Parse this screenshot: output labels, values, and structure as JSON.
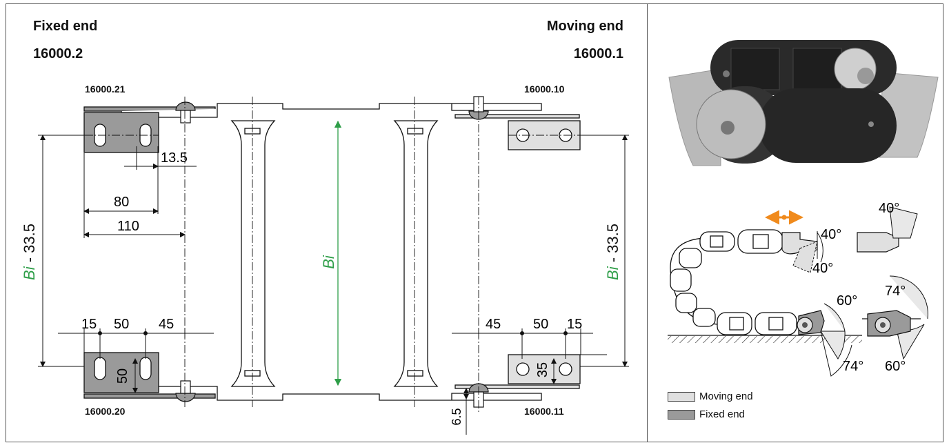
{
  "left_panel": {
    "fixed_end_title": "Fixed end",
    "fixed_end_part": "16000.2",
    "moving_end_title": "Moving end",
    "moving_end_part": "16000.1",
    "part_top_left": "16000.21",
    "part_top_right": "16000.10",
    "part_bottom_left": "16000.20",
    "part_bottom_right": "16000.11"
  },
  "dimensions": {
    "d_13_5": "13.5",
    "d_80": "80",
    "d_110": "110",
    "bi": "Bi",
    "bi_minus": " - 33.5",
    "bottom_left": [
      "15",
      "50",
      "45"
    ],
    "bottom_right": [
      "45",
      "50",
      "15"
    ],
    "d_50_vertical": "50",
    "d_35_vertical": "35",
    "d_6_5": "6.5"
  },
  "right_panel": {
    "angles": {
      "a40_top": "40°",
      "a40_mid": "40°",
      "a40_low": "40°",
      "a60_left": "60°",
      "a74_right": "74°",
      "a74_bottom": "74°",
      "a60_bottom": "60°"
    },
    "legend": [
      {
        "label": "Moving end",
        "color": "#e0e0e0"
      },
      {
        "label": "Fixed end",
        "color": "#9a9a9a"
      }
    ]
  },
  "colors": {
    "green": "#2e9e48",
    "orange": "#f08a1c",
    "bracket_dark": "#9a9a9a",
    "bracket_light": "#e0e0e0"
  }
}
